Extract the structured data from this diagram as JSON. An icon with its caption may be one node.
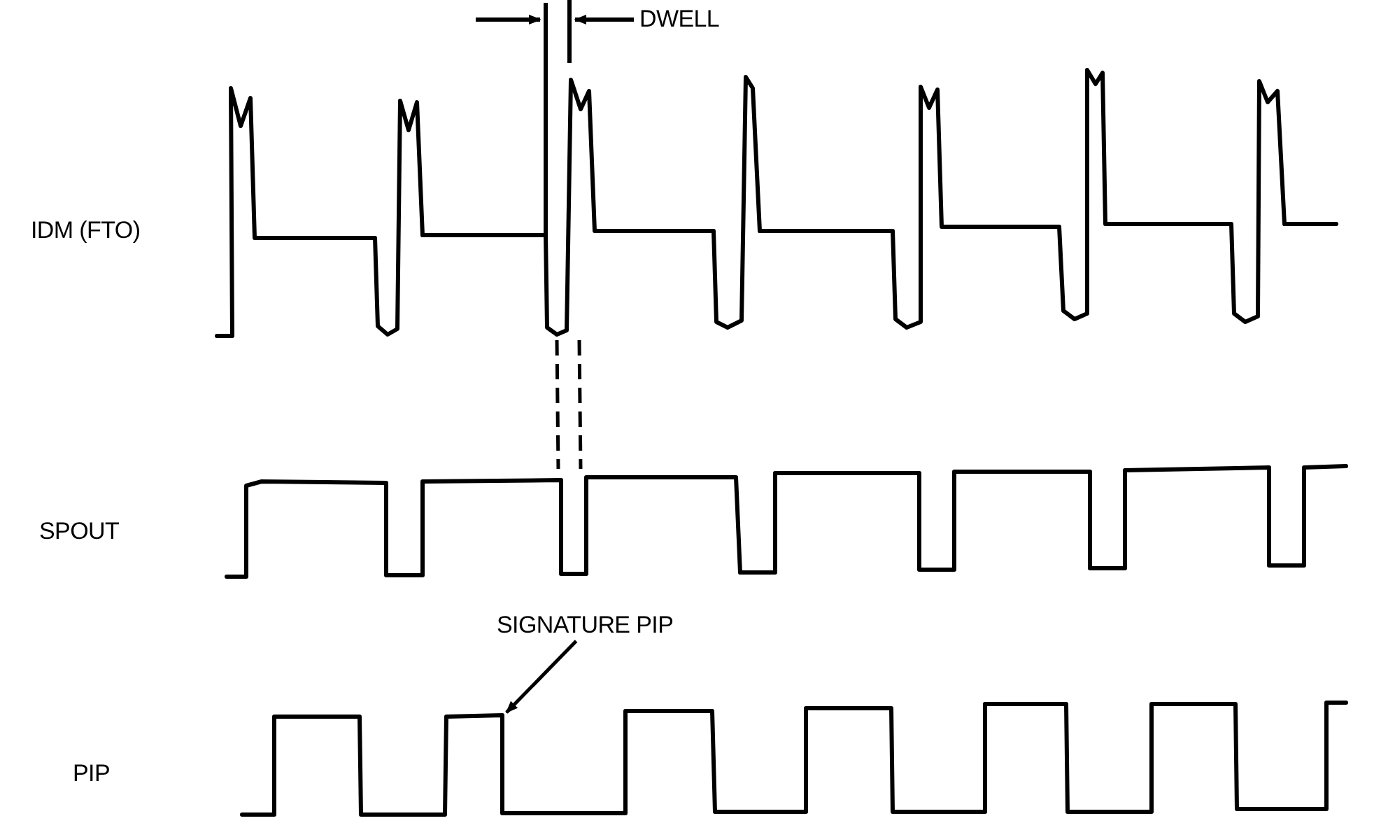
{
  "diagram": {
    "nodes": [
      {
        "text": [
          "SIGNATURE PIP"
        ]
      },
      {
        "text": [],
        "shape": "picture"
      }
    ],
    "edges": [
      {
        "from": 0,
        "to": 1,
        "arrow": "to"
      }
    ],
    "labels": [
      "DWELL",
      "IDM (FTO)",
      "SPOUT",
      "PIP"
    ]
  }
}
